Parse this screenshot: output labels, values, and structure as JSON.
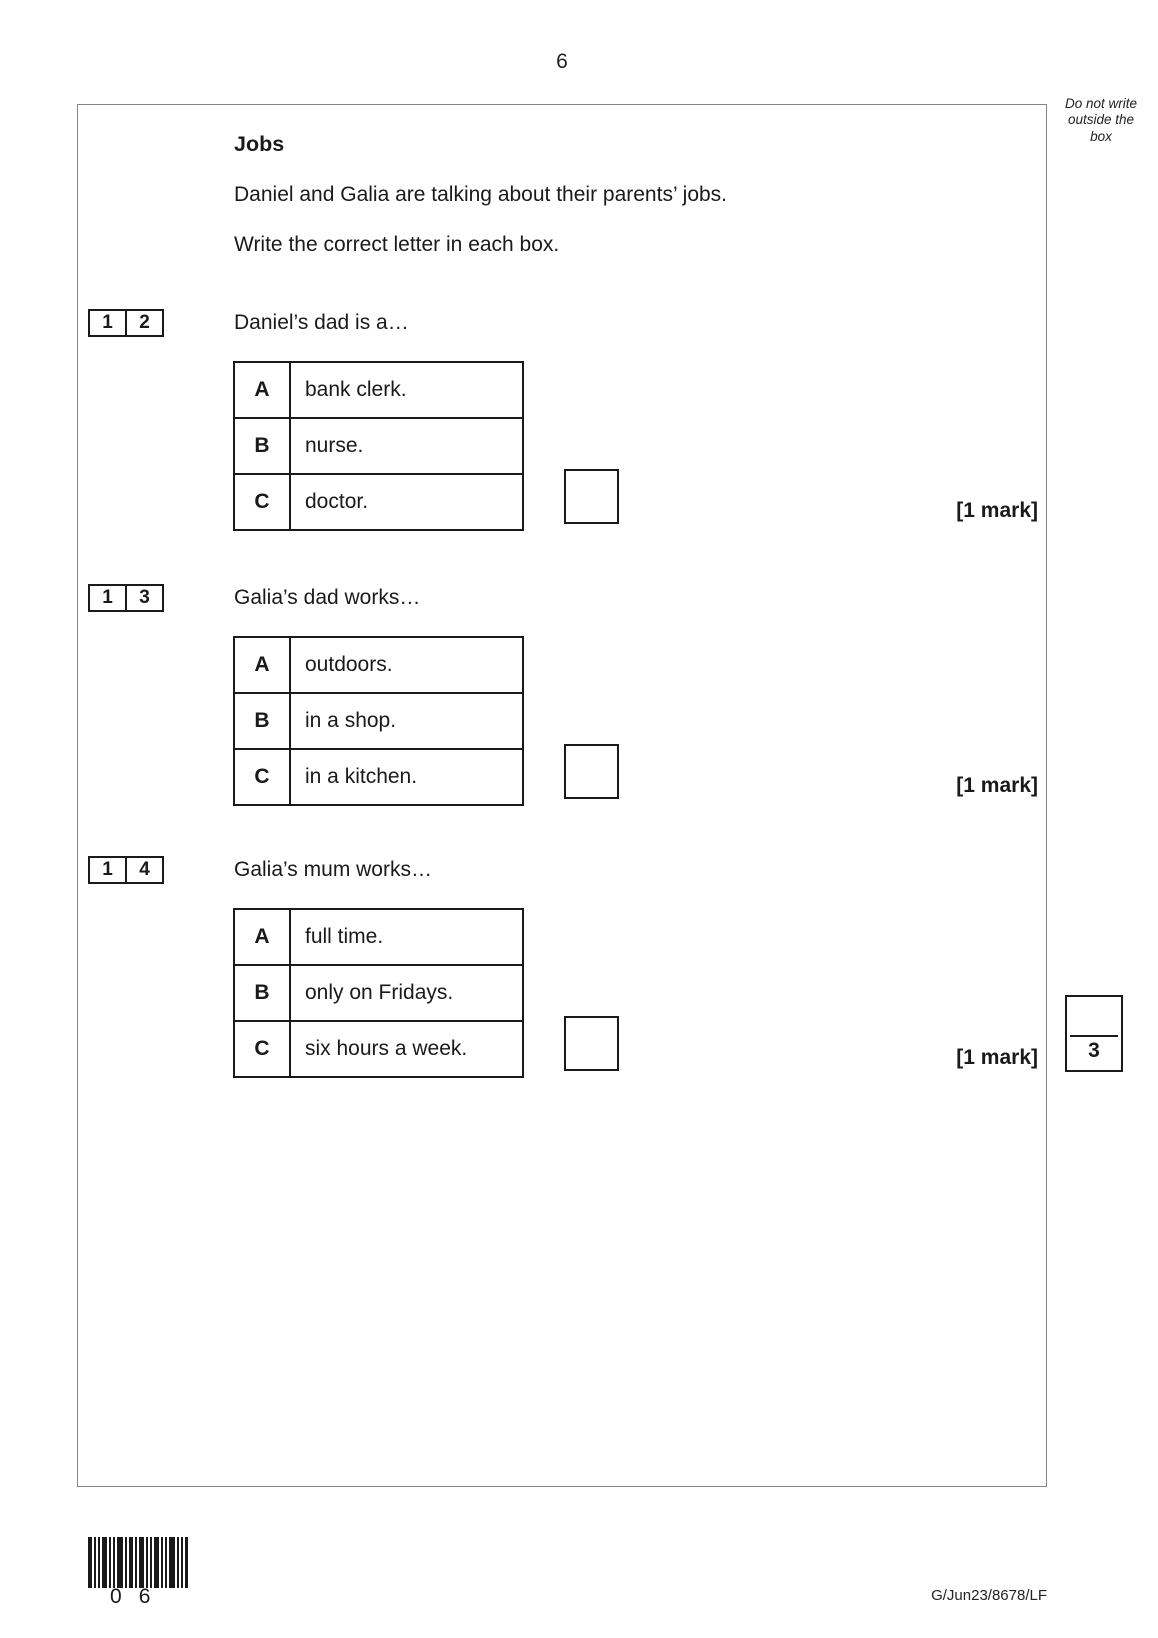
{
  "page": {
    "number": "6",
    "side_note": "Do not write\noutside the\nbox",
    "footer_ref": "G/Jun23/8678/LF",
    "barcode_digits": [
      "0",
      "6"
    ]
  },
  "section": {
    "title": "Jobs",
    "intro": "Daniel and Galia are talking about their parents’ jobs.",
    "instruction": "Write the correct letter in each box."
  },
  "questions": [
    {
      "number": [
        "1",
        "2"
      ],
      "prompt": "Daniel’s dad is a…",
      "options": [
        {
          "letter": "A",
          "text": "bank clerk."
        },
        {
          "letter": "B",
          "text": "nurse."
        },
        {
          "letter": "C",
          "text": "doctor."
        }
      ],
      "marks": "[1 mark]"
    },
    {
      "number": [
        "1",
        "3"
      ],
      "prompt": "Galia’s dad works…",
      "options": [
        {
          "letter": "A",
          "text": "outdoors."
        },
        {
          "letter": "B",
          "text": "in a shop."
        },
        {
          "letter": "C",
          "text": "in a kitchen."
        }
      ],
      "marks": "[1 mark]"
    },
    {
      "number": [
        "1",
        "4"
      ],
      "prompt": "Galia’s mum works…",
      "options": [
        {
          "letter": "A",
          "text": "full time."
        },
        {
          "letter": "B",
          "text": "only on Fridays."
        },
        {
          "letter": "C",
          "text": "six hours a week."
        }
      ],
      "marks": "[1 mark]"
    }
  ],
  "total_box": {
    "value": "3"
  },
  "colors": {
    "text": "#1a1a1a",
    "table_border": "#1a1a1a",
    "outer_box_border": "#858585"
  }
}
